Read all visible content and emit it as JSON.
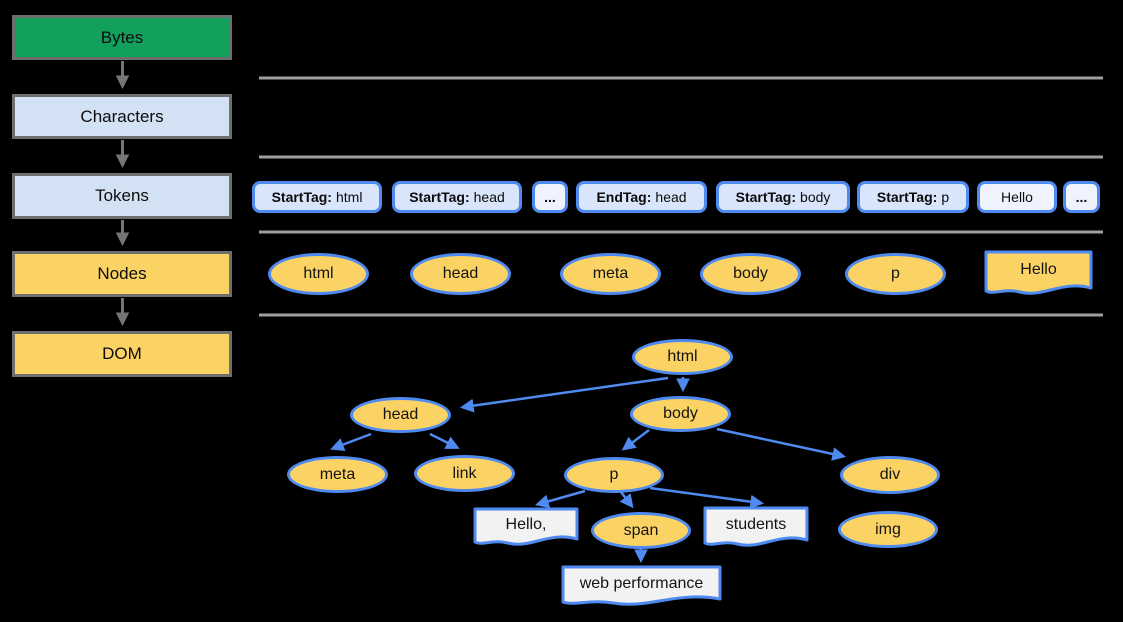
{
  "colors": {
    "bytes_green": "#12a05c",
    "light_blue": "#d2e2f4",
    "node_yellow": "#fbd264",
    "diagram_blue": "#4e8af0",
    "separator_gray": "#9e9e9e",
    "pipeline_arrow_gray": "#757575",
    "box_border_gray": "#6e6e6e",
    "token_tag_fill": "#d8e5fa",
    "token_plain_fill": "#eef3fd",
    "text_node_fill": "#f2f2f2"
  },
  "pipeline": {
    "stages": [
      {
        "label": "Bytes"
      },
      {
        "label": "Characters"
      },
      {
        "label": "Tokens"
      },
      {
        "label": "Nodes"
      },
      {
        "label": "DOM"
      }
    ]
  },
  "tokens_row": {
    "items": [
      {
        "prefix": "StartTag:",
        "value": "html"
      },
      {
        "prefix": "StartTag:",
        "value": "head"
      },
      {
        "value": "..."
      },
      {
        "prefix": "EndTag:",
        "value": "head"
      },
      {
        "prefix": "StartTag:",
        "value": "body"
      },
      {
        "prefix": "StartTag:",
        "value": "p"
      },
      {
        "value": "Hello"
      },
      {
        "value": "..."
      }
    ]
  },
  "nodes_row": {
    "elements": [
      "html",
      "head",
      "meta",
      "body",
      "p"
    ],
    "text_node": "Hello"
  },
  "dom_tree": {
    "elements": {
      "html": "html",
      "head": "head",
      "body": "body",
      "meta": "meta",
      "link": "link",
      "p": "p",
      "span": "span",
      "div": "div",
      "img": "img"
    },
    "text_nodes": {
      "hello": "Hello,",
      "students": "students",
      "web_performance": "web performance"
    }
  }
}
